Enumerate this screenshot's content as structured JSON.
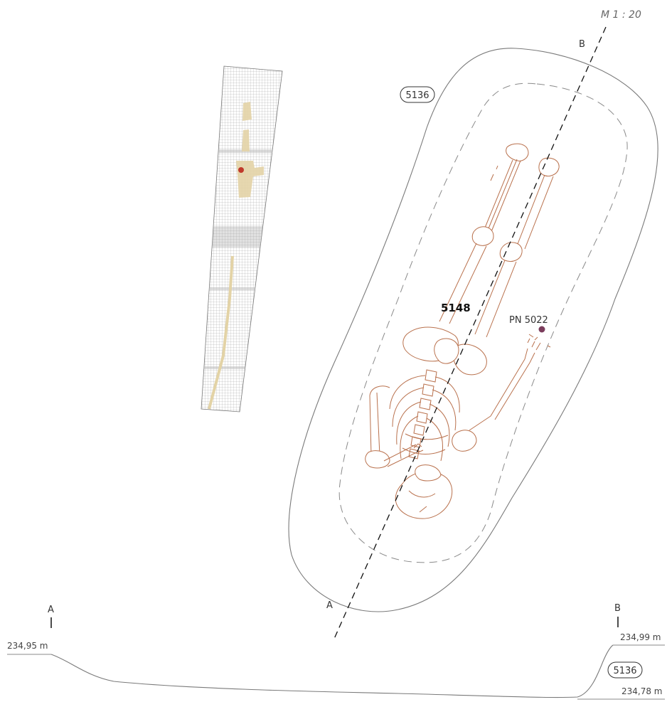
{
  "scale": "M 1 : 20",
  "feature_label": "5136",
  "skeleton_label": "5148",
  "find_label": "PN 5022",
  "section": {
    "start": "A",
    "end": "B",
    "profile_left_label": "A",
    "profile_right_label": "B",
    "elev_left": "234,95 m",
    "elev_right_top": "234,99 m",
    "elev_right_bottom": "234,78 m",
    "profile_feature_label": "5136"
  },
  "colors": {
    "outline": "#7a7a7a",
    "bone": "#b9714d",
    "find_marker": "#7b3d5c",
    "sample_marker": "#c0392b",
    "grid_highlight": "#e3d3a6"
  }
}
